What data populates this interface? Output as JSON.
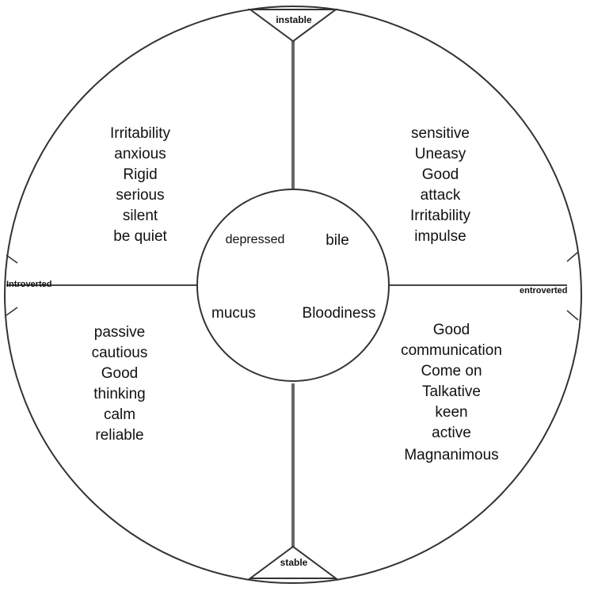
{
  "axes": {
    "top": "instable",
    "bottom": "stable",
    "left": "Introverted",
    "right": "entroverted"
  },
  "temperaments": {
    "top_left": "depressed",
    "top_right": "bile",
    "bottom_left": "mucus",
    "bottom_right": "Bloodiness"
  },
  "traits": {
    "top_left": [
      "Irritability",
      "anxious",
      "Rigid",
      "serious",
      "silent",
      "be quiet"
    ],
    "top_right": [
      "sensitive",
      "Uneasy",
      "Good",
      "attack",
      "Irritability",
      "impulse"
    ],
    "bottom_left": [
      "passive",
      "cautious",
      "Good",
      "thinking",
      "calm",
      "reliable"
    ],
    "bottom_right": [
      "Good",
      "communication",
      "Come on",
      "Talkative",
      "keen",
      "active",
      "Magnanimous"
    ]
  }
}
